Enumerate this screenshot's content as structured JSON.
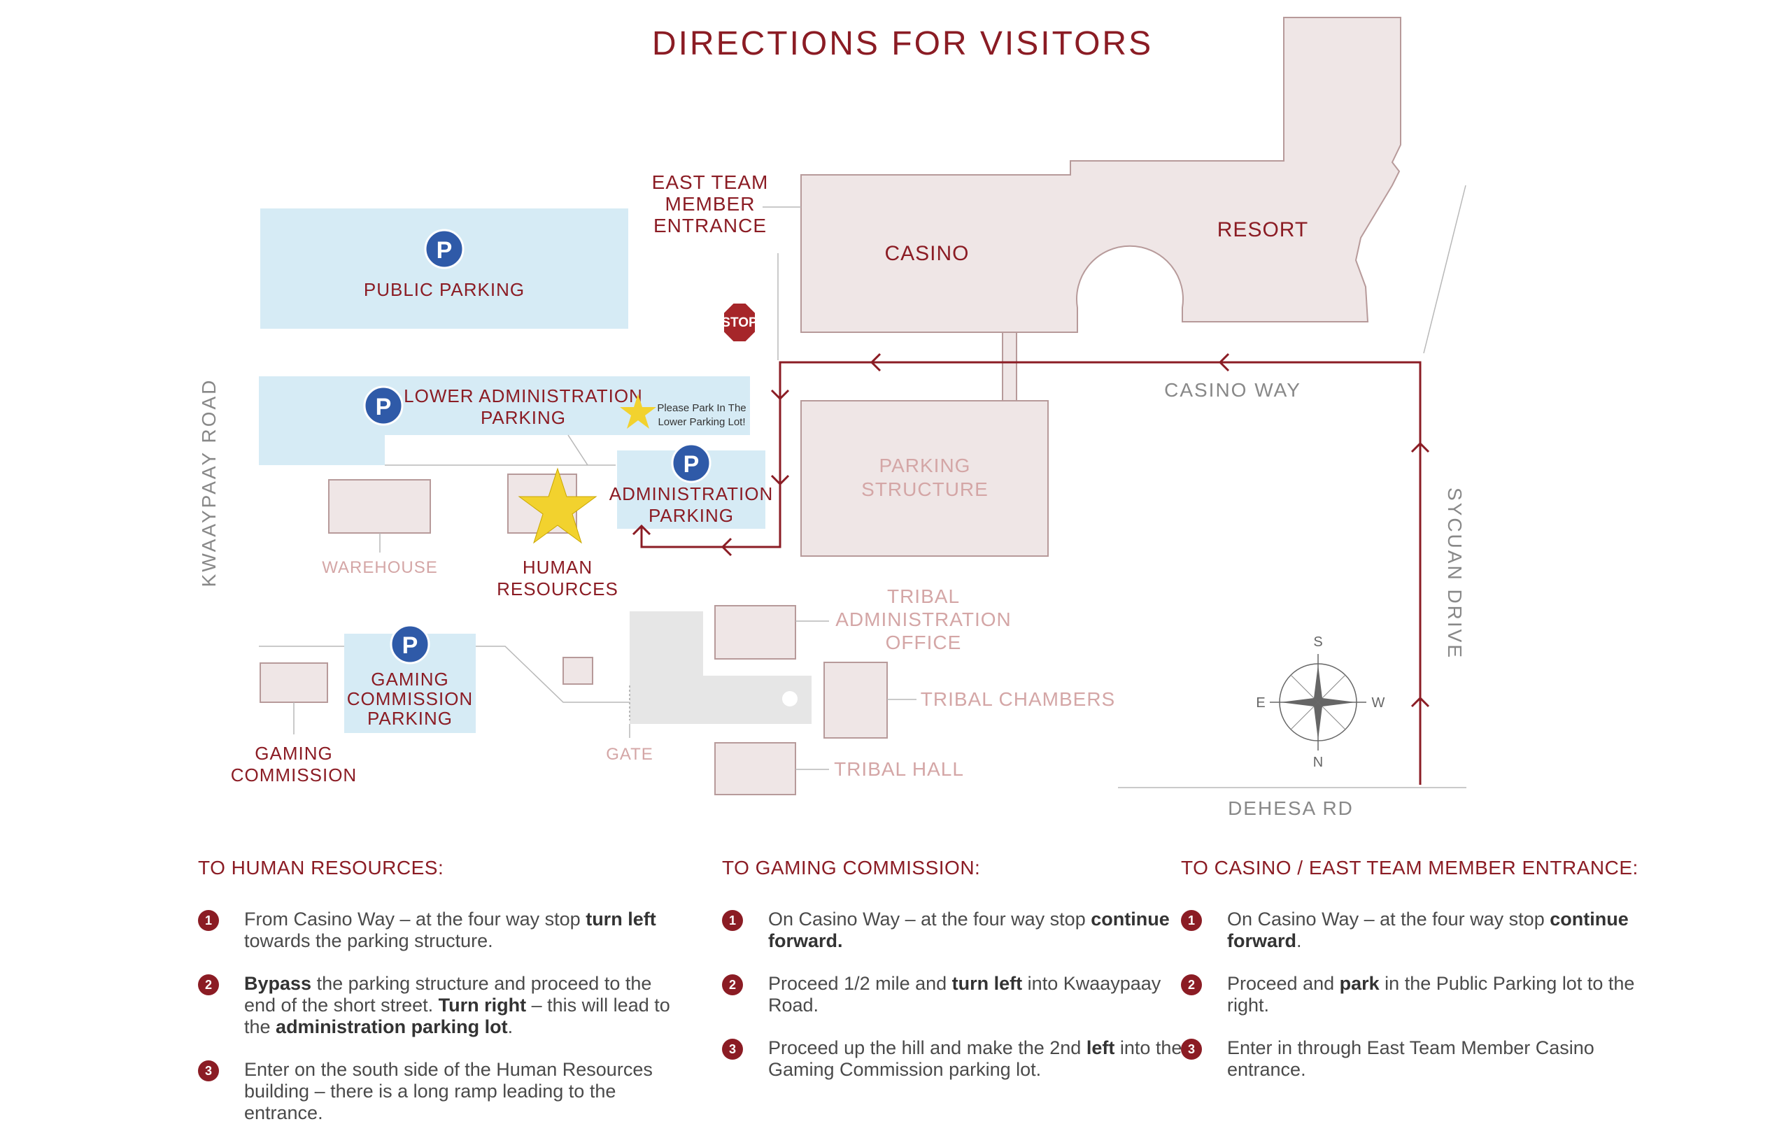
{
  "title": "DIRECTIONS FOR VISITORS",
  "colors": {
    "accent": "#8b1c24",
    "parking_fill": "#d6ebf5",
    "building_fill": "#efe6e6",
    "building_stroke": "#b79a9a",
    "route": "#8b1c24",
    "parking_icon": "#2f5aa8",
    "star": "#f2d22e"
  },
  "map": {
    "labels": {
      "east_entrance": [
        "EAST TEAM",
        "MEMBER",
        "ENTRANCE"
      ],
      "casino": "CASINO",
      "resort": "RESORT",
      "stop_sign": "STOP",
      "casino_way": "CASINO WAY",
      "parking_structure": [
        "PARKING",
        "STRUCTURE"
      ],
      "public_parking": "PUBLIC PARKING",
      "lower_admin_parking": [
        "LOWER ADMINISTRATION",
        "PARKING"
      ],
      "park_note": [
        "Please Park In The",
        "Lower Parking Lot!"
      ],
      "admin_parking": [
        "ADMINISTRATION",
        "PARKING"
      ],
      "kwaaypaay_road": "KWAAYPAAY ROAD",
      "warehouse": "WAREHOUSE",
      "human_resources": [
        "HUMAN",
        "RESOURCES"
      ],
      "tribal_admin_office": [
        "TRIBAL",
        "ADMINISTRATION",
        "OFFICE"
      ],
      "tribal_chambers": "TRIBAL CHAMBERS",
      "tribal_hall": "TRIBAL HALL",
      "gaming_commission_parking": [
        "GAMING",
        "COMMISSION",
        "PARKING"
      ],
      "gaming_commission": [
        "GAMING",
        "COMMISSION"
      ],
      "gate": "GATE",
      "sycuan_drive": "SYCUAN DRIVE",
      "dehesa_rd": "DEHESA RD",
      "parking_symbol": "P"
    },
    "compass": {
      "n": "N",
      "s": "S",
      "e": "E",
      "w": "W"
    }
  },
  "directions": [
    {
      "title": "TO HUMAN RESOURCES:",
      "steps": [
        {
          "num": "1",
          "parts": [
            [
              "From Casino Way – at the four way stop ",
              false
            ],
            [
              "turn left",
              true
            ],
            [
              " towards the parking structure.",
              false
            ]
          ]
        },
        {
          "num": "2",
          "parts": [
            [
              "Bypass",
              true
            ],
            [
              " the parking structure and proceed to the end of the short street. ",
              false
            ],
            [
              "Turn right",
              true
            ],
            [
              " – this will lead to the ",
              false
            ],
            [
              "administration parking lot",
              true
            ],
            [
              ".",
              false
            ]
          ]
        },
        {
          "num": "3",
          "parts": [
            [
              "Enter on the south side of the Human Resources building – there is a long ramp leading to the entrance.",
              false
            ]
          ]
        }
      ]
    },
    {
      "title": "TO GAMING COMMISSION:",
      "steps": [
        {
          "num": "1",
          "parts": [
            [
              "On Casino Way – at the four way stop ",
              false
            ],
            [
              "continue forward.",
              true
            ]
          ]
        },
        {
          "num": "2",
          "parts": [
            [
              "Proceed 1/2 mile and ",
              false
            ],
            [
              "turn left",
              true
            ],
            [
              " into Kwaaypaay Road.",
              false
            ]
          ]
        },
        {
          "num": "3",
          "parts": [
            [
              "Proceed up the hill and make the 2nd ",
              false
            ],
            [
              "left",
              true
            ],
            [
              " into the Gaming Commission parking lot.",
              false
            ]
          ]
        }
      ]
    },
    {
      "title": "TO CASINO / EAST TEAM MEMBER ENTRANCE:",
      "steps": [
        {
          "num": "1",
          "parts": [
            [
              "On Casino Way – at the four way stop ",
              false
            ],
            [
              "continue forward",
              true
            ],
            [
              ".",
              false
            ]
          ]
        },
        {
          "num": "2",
          "parts": [
            [
              "Proceed and ",
              false
            ],
            [
              "park",
              true
            ],
            [
              " in the Public Parking lot to the right.",
              false
            ]
          ]
        },
        {
          "num": "3",
          "parts": [
            [
              "Enter in through East Team Member Casino entrance.",
              false
            ]
          ]
        }
      ]
    }
  ]
}
